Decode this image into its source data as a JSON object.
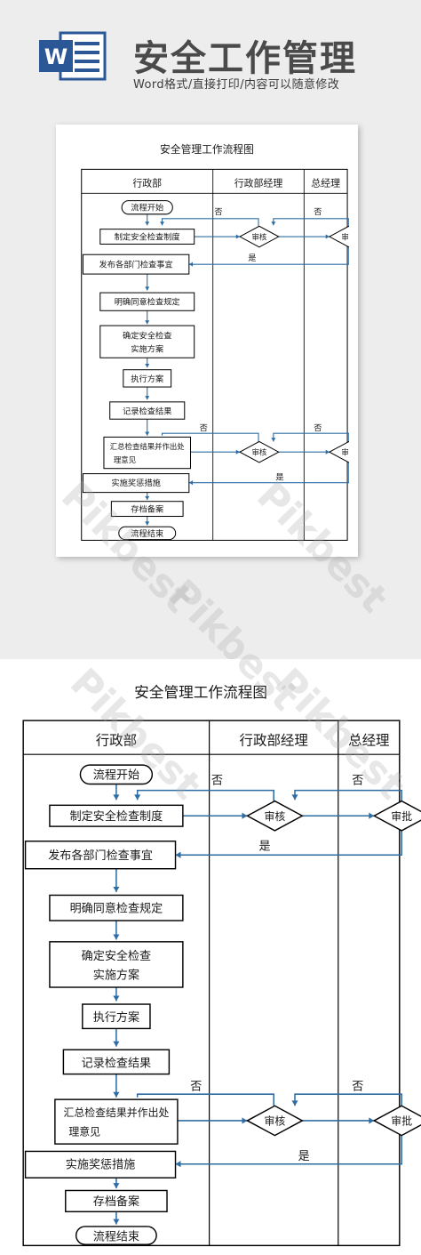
{
  "banner": {
    "app_icon": "word-document-icon",
    "app_icon_letter": "W",
    "title": "安全工作管理",
    "subtitle": "Word格式/直接打印/内容可以随意修改",
    "colors": {
      "background": "#ededed",
      "word_blue": "#2b5797",
      "title_gray": "#4a4a4a"
    }
  },
  "flowchart": {
    "title": "安全管理工作流程图",
    "lanes": [
      "行政部",
      "行政部经理",
      "总经理"
    ],
    "nodes": {
      "start": "流程开始",
      "define_system": "制定安全检查制度",
      "publish": "发布各部门检查事宜",
      "clarify": "明确同意检查规定",
      "confirm_plan_1": "确定安全检查",
      "confirm_plan_2": "实施方案",
      "execute": "执行方案",
      "record": "记录检查结果",
      "summarize_1": "汇总检查结果并作出处",
      "summarize_2": "理意见",
      "reward": "实施奖惩措施",
      "archive": "存档备案",
      "end": "流程结束",
      "review_1": "审核",
      "approve_1": "审批",
      "review_2": "审核",
      "approve_2": "审批"
    },
    "edge_labels": {
      "no_review_1": "否",
      "no_approve_1": "否",
      "yes_1": "是",
      "no_review_2": "否",
      "no_approve_2": "否",
      "yes_2": "是"
    },
    "colors": {
      "line": "#2e6da4",
      "border": "#000000"
    }
  },
  "watermark": "Pikbest"
}
